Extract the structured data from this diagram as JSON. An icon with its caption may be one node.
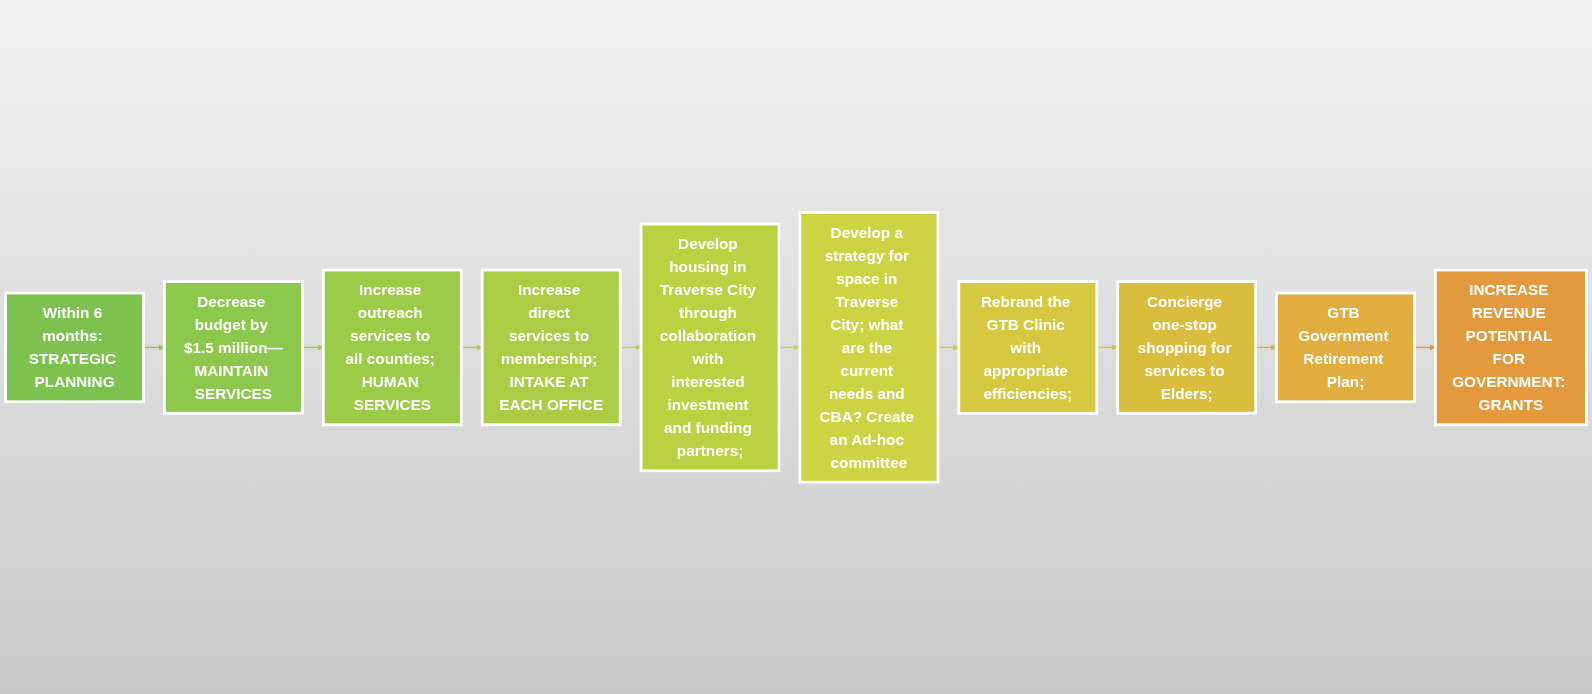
{
  "diagram": {
    "nodes": [
      {
        "text": [
          "Within 6 months: STRATEGIC PLANNING"
        ]
      },
      {
        "text": [
          "Decrease budget by $1.5 million—MAINTAIN SERVICES"
        ]
      },
      {
        "text": [
          "Increase outreach services to all counties; HUMAN SERVICES"
        ]
      },
      {
        "text": [
          "Increase direct services to membership; INTAKE AT EACH OFFICE"
        ]
      },
      {
        "text": [
          "Develop housing in Traverse City through collaboration with interested investment and funding partners;"
        ]
      },
      {
        "text": [
          "Develop a strategy for space in Traverse City; what are the current needs and CBA? Create an Ad-hoc committee"
        ]
      },
      {
        "text": [
          "Rebrand the GTB Clinic with appropriate efficiencies;"
        ]
      },
      {
        "text": [
          "Concierge one-stop shopping for services to Elders;"
        ]
      },
      {
        "text": [
          "GTB Government Retirement Plan;"
        ]
      },
      {
        "text": [
          "INCREASE REVENUE POTENTIAL FOR GOVERNMENT: GRANTS"
        ]
      }
    ],
    "edges": [
      {
        "from": 0,
        "to": 1,
        "arrow": "to"
      },
      {
        "from": 1,
        "to": 2,
        "arrow": "to"
      },
      {
        "from": 2,
        "to": 3,
        "arrow": "to"
      },
      {
        "from": 3,
        "to": 4,
        "arrow": "to"
      },
      {
        "from": 4,
        "to": 5,
        "arrow": "to"
      },
      {
        "from": 5,
        "to": 6,
        "arrow": "to"
      },
      {
        "from": 6,
        "to": 7,
        "arrow": "to"
      },
      {
        "from": 7,
        "to": 8,
        "arrow": "to"
      },
      {
        "from": 8,
        "to": 9,
        "arrow": "to"
      }
    ]
  }
}
